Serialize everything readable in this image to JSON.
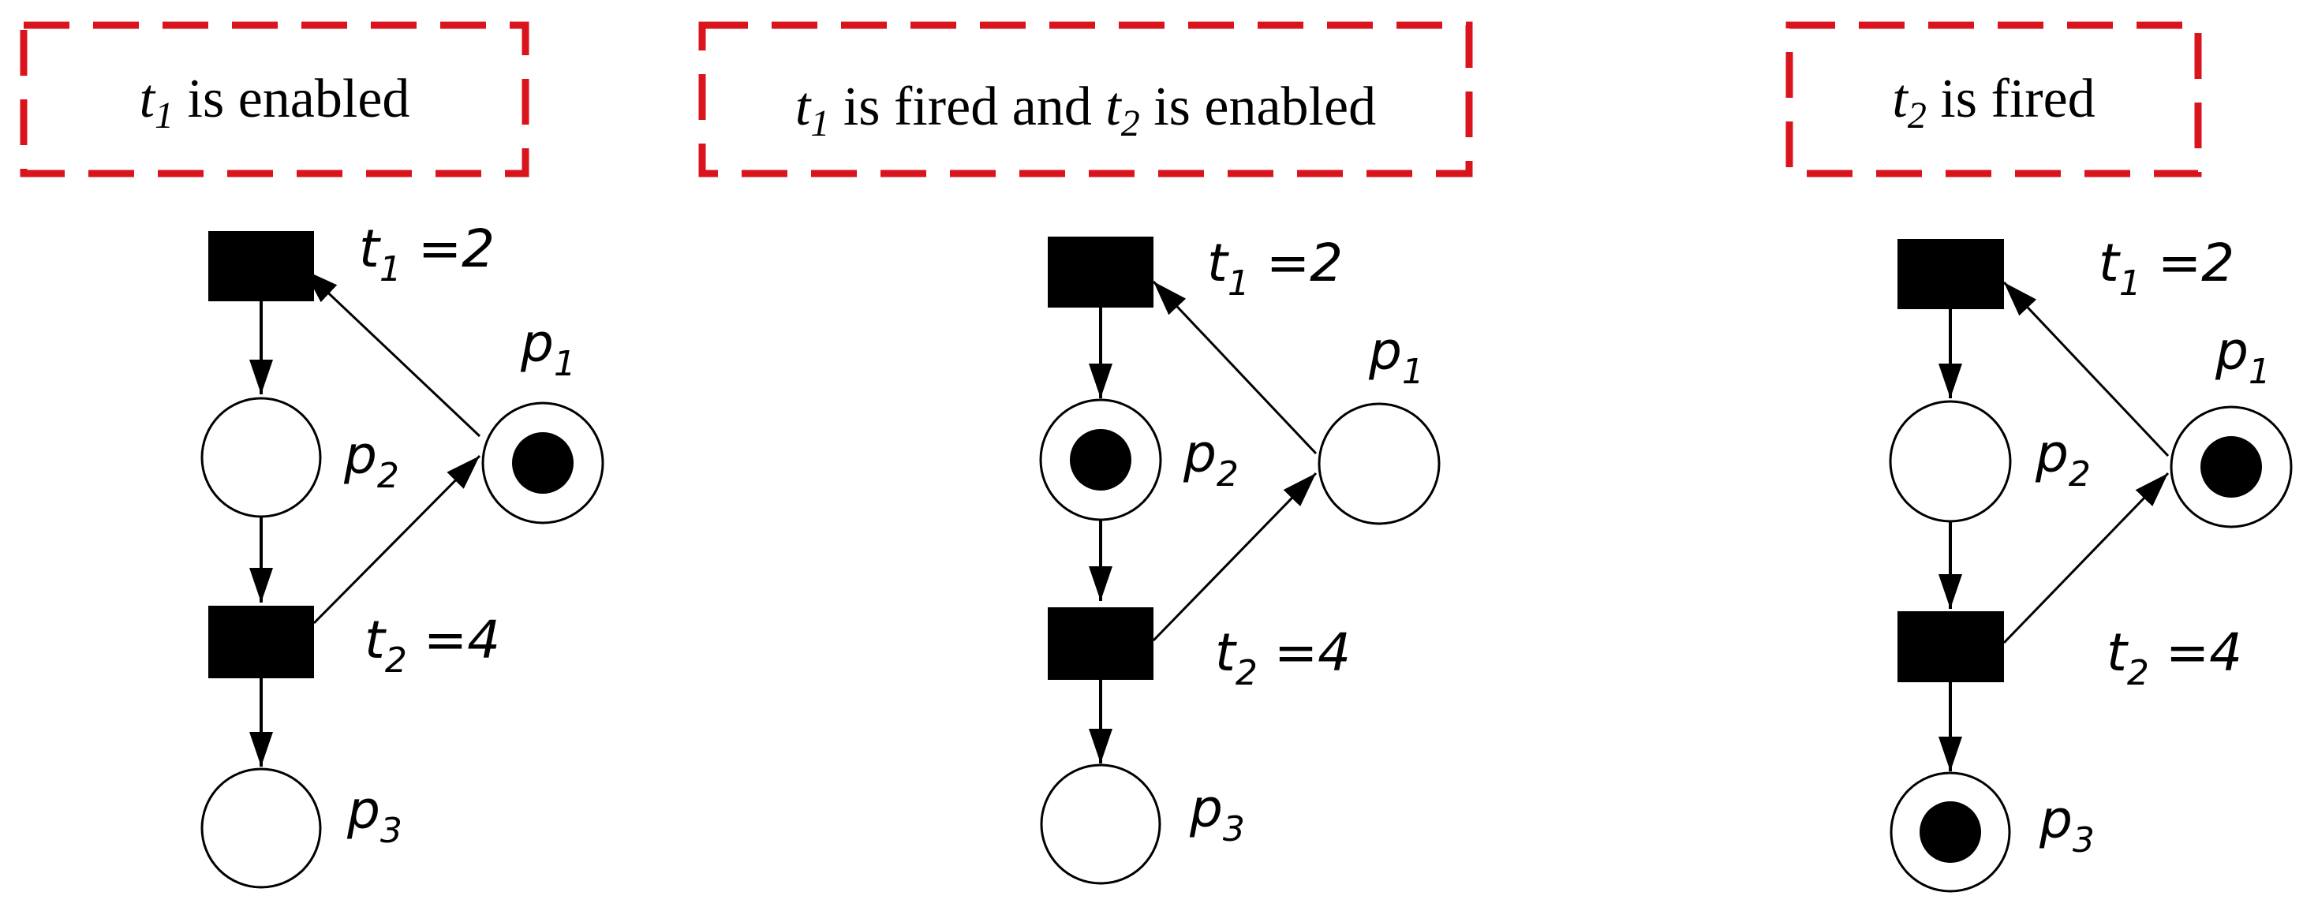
{
  "colors": {
    "frame": "#d9141c",
    "ink": "#000000",
    "fill": "#ffffff"
  },
  "panels": [
    {
      "caption": {
        "v1": "t",
        "s1": "1",
        "mid": " is enabled",
        "v2": "",
        "s2": "",
        "end": ""
      },
      "labels": {
        "t1": {
          "v": "t",
          "s": "1",
          "rest": " =2"
        },
        "t2": {
          "v": "t",
          "s": "2",
          "rest": " =4"
        },
        "p1": {
          "v": "p",
          "s": "1"
        },
        "p2": {
          "v": "p",
          "s": "2"
        },
        "p3": {
          "v": "p",
          "s": "3"
        }
      },
      "tokens": {
        "p1": 1,
        "p2": 0,
        "p3": 0
      }
    },
    {
      "caption": {
        "v1": "t",
        "s1": "1",
        "mid": " is fired and ",
        "v2": "t",
        "s2": "2",
        "end": " is enabled"
      },
      "labels": {
        "t1": {
          "v": "t",
          "s": "1",
          "rest": " =2"
        },
        "t2": {
          "v": "t",
          "s": "2",
          "rest": " =4"
        },
        "p1": {
          "v": "p",
          "s": "1"
        },
        "p2": {
          "v": "p",
          "s": "2"
        },
        "p3": {
          "v": "p",
          "s": "3"
        }
      },
      "tokens": {
        "p1": 0,
        "p2": 1,
        "p3": 0
      }
    },
    {
      "caption": {
        "v1": "t",
        "s1": "2",
        "mid": " is fired",
        "v2": "",
        "s2": "",
        "end": ""
      },
      "labels": {
        "t1": {
          "v": "t",
          "s": "1",
          "rest": " =2"
        },
        "t2": {
          "v": "t",
          "s": "2",
          "rest": " =4"
        },
        "p1": {
          "v": "p",
          "s": "1"
        },
        "p2": {
          "v": "p",
          "s": "2"
        },
        "p3": {
          "v": "p",
          "s": "3"
        }
      },
      "tokens": {
        "p1": 1,
        "p2": 0,
        "p3": 1
      }
    }
  ]
}
